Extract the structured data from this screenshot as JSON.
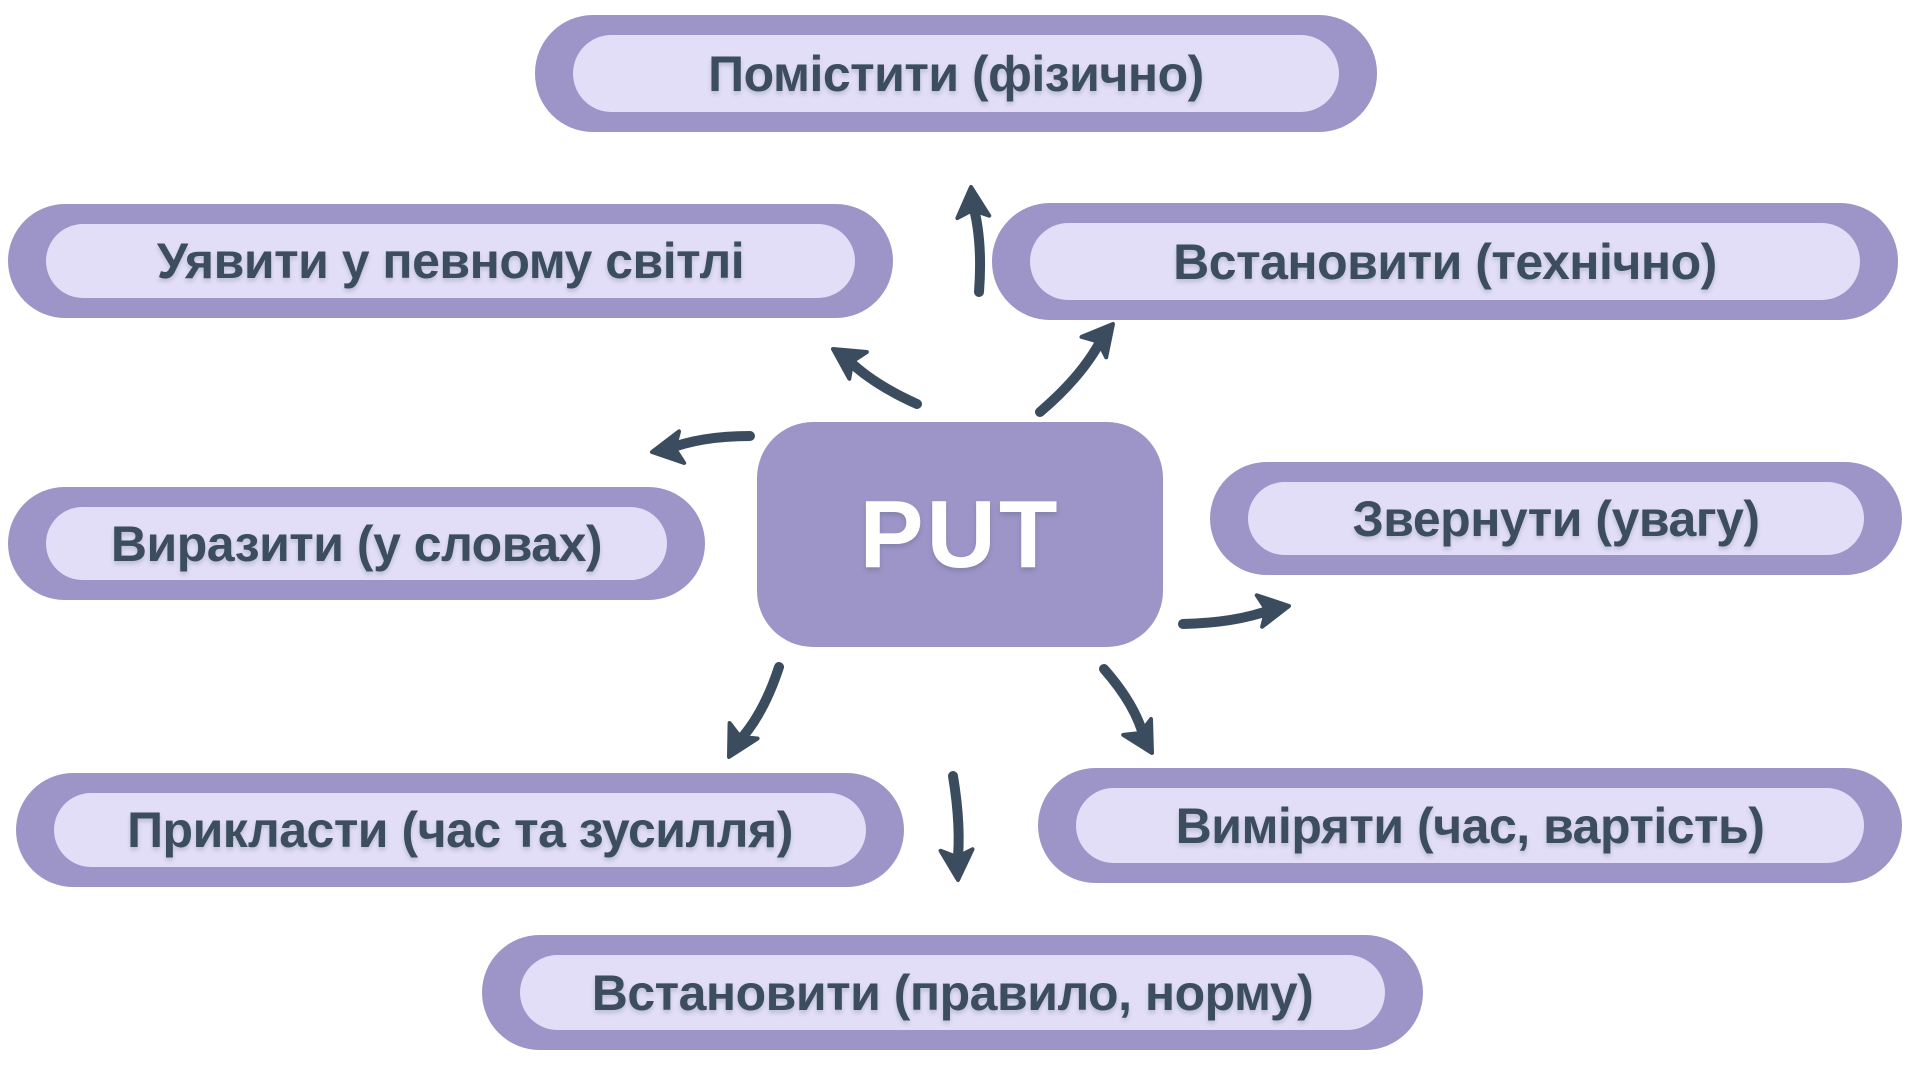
{
  "center": {
    "label": "PUT"
  },
  "nodes": [
    {
      "id": "top",
      "label": "Помістити (фізично)"
    },
    {
      "id": "upper-left",
      "label": "Уявити у певному світлі"
    },
    {
      "id": "upper-right",
      "label": "Встановити (технічно)"
    },
    {
      "id": "left",
      "label": "Виразити (у словах)"
    },
    {
      "id": "right",
      "label": "Звернути (увагу)"
    },
    {
      "id": "lower-left",
      "label": "Прикласти (час та зусилля)"
    },
    {
      "id": "lower-right",
      "label": "Виміряти (час, вартість)"
    },
    {
      "id": "bottom",
      "label": "Встановити (правило, норму)"
    }
  ],
  "arrows": [
    {
      "icon": "arrow-to-top-icon"
    },
    {
      "icon": "arrow-to-upper-right-icon"
    },
    {
      "icon": "arrow-to-upper-left-icon"
    },
    {
      "icon": "arrow-to-left-icon"
    },
    {
      "icon": "arrow-to-right-icon"
    },
    {
      "icon": "arrow-to-lower-left-icon"
    },
    {
      "icon": "arrow-to-bottom-icon"
    },
    {
      "icon": "arrow-to-lower-right-icon"
    }
  ],
  "colors": {
    "background": "#ffffff",
    "pill_outer": "#9d95c8",
    "pill_inner": "#e2def7",
    "center_fill": "#9d95c8",
    "center_text": "#ffffff",
    "label_text": "#3b4d5e",
    "arrow": "#3a4c5e"
  }
}
